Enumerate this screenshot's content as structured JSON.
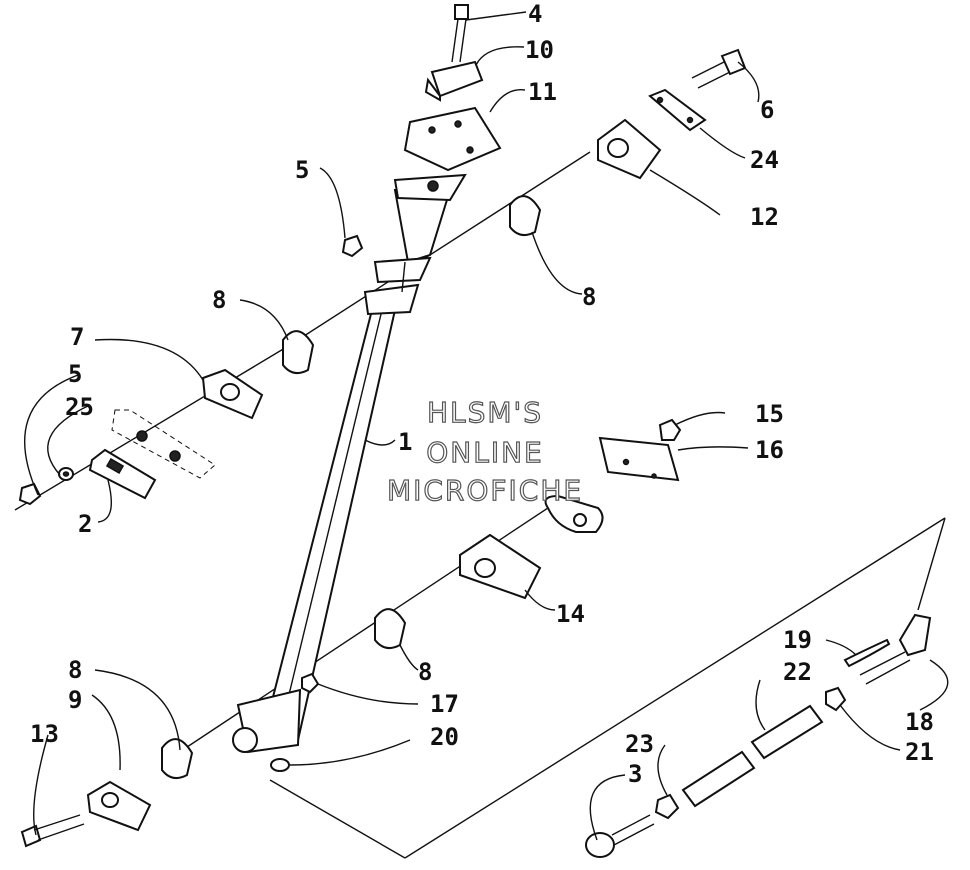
{
  "watermark": {
    "line1": "HLSM'S",
    "line2": "ONLINE",
    "line3": "MICROFICHE"
  },
  "callouts": {
    "c4": "4",
    "c10": "10",
    "c11": "11",
    "c6": "6",
    "c24": "24",
    "c12": "12",
    "c5a": "5",
    "c8a": "8",
    "c8b": "8",
    "c7": "7",
    "c5b": "5",
    "c25": "25",
    "c2": "2",
    "c1": "1",
    "c15": "15",
    "c16": "16",
    "c14": "14",
    "c8c": "8",
    "c19": "19",
    "c22": "22",
    "c18": "18",
    "c21": "21",
    "c17": "17",
    "c20": "20",
    "c23": "23",
    "c3": "3",
    "c8d": "8",
    "c9": "9",
    "c13": "13"
  }
}
